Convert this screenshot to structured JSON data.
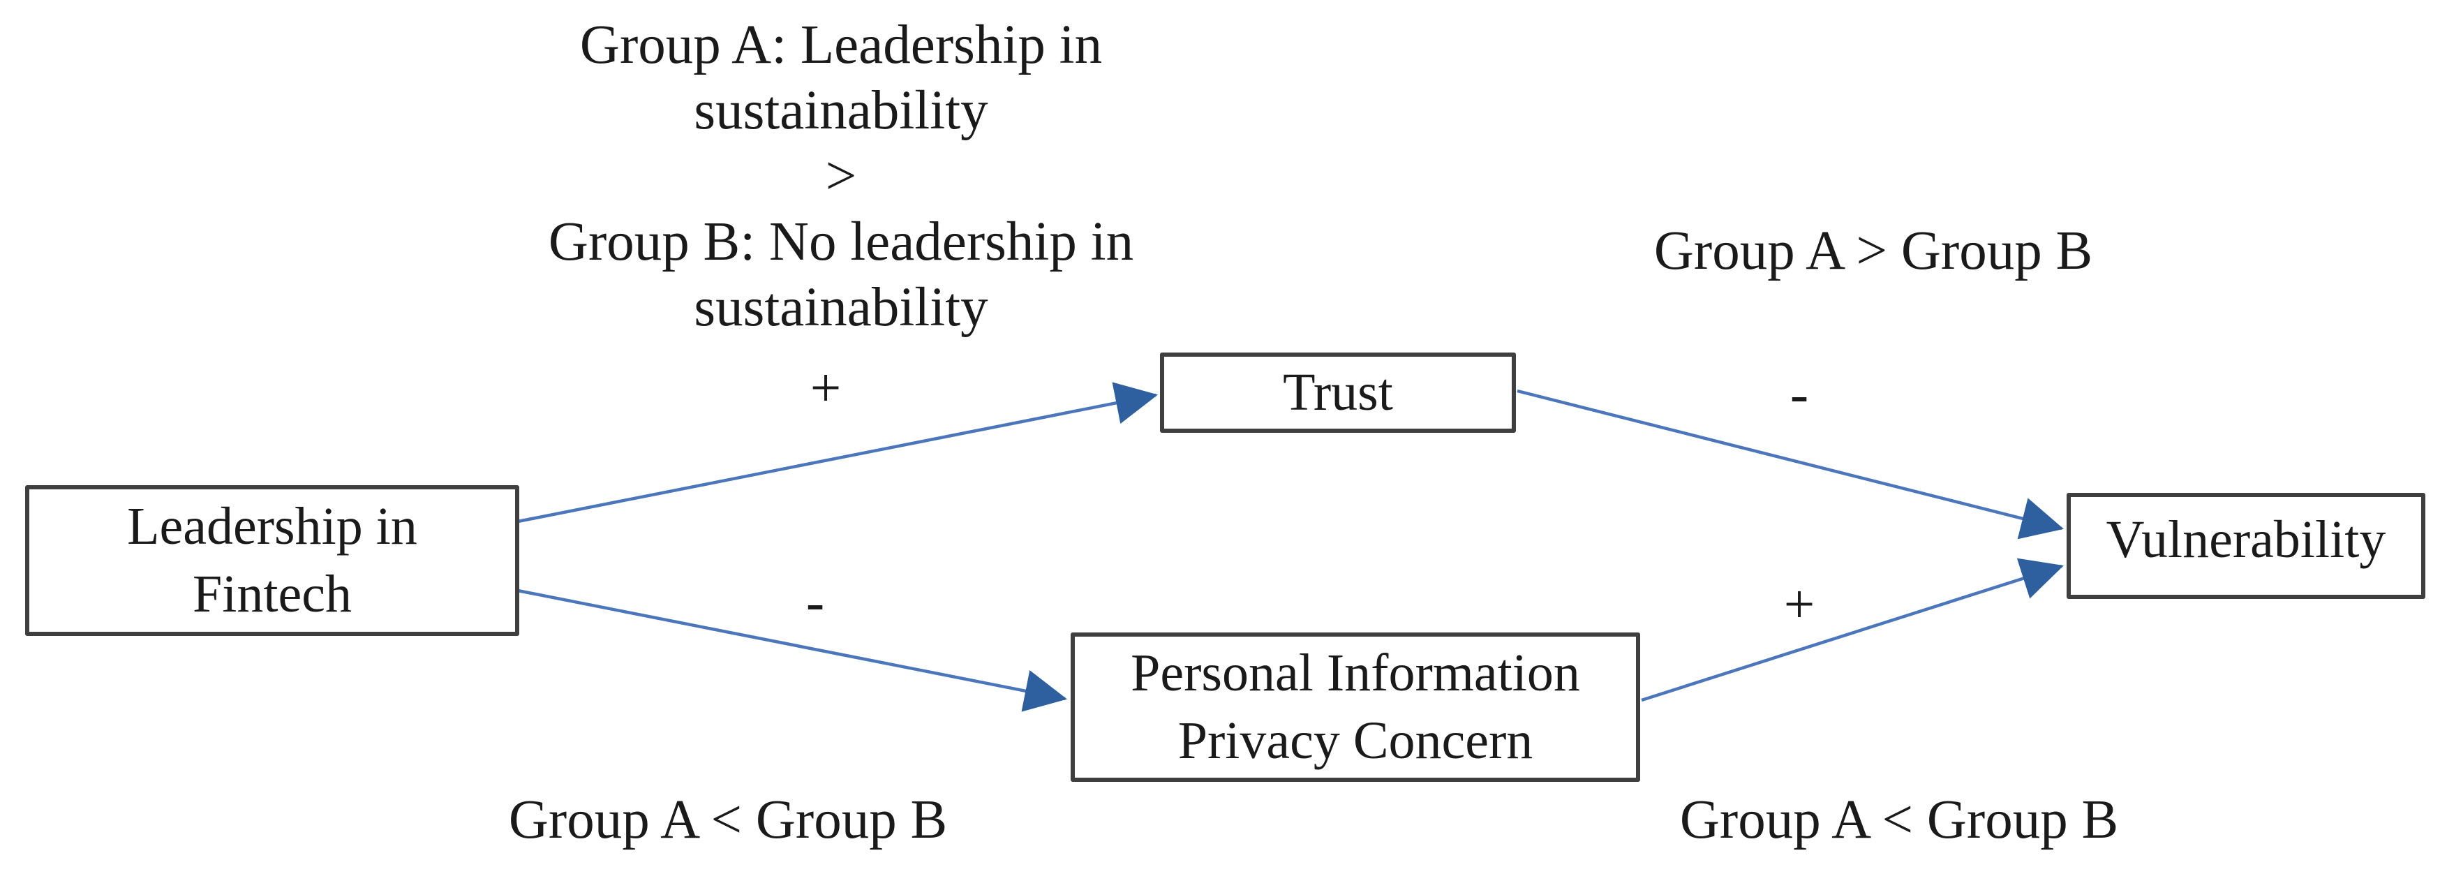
{
  "figure": {
    "moderation_note": "Group A: Leadership in\nsustainability\n>\nGroup B: No leadership in\nsustainability",
    "nodes": {
      "leadership": "Leadership in\nFintech",
      "trust": "Trust",
      "privacy": "Personal Information\nPrivacy Concern",
      "vulnerability": "Vulnerability"
    },
    "edges": {
      "leadership_to_trust": {
        "sign": "+"
      },
      "leadership_to_privacy": {
        "sign": "-",
        "note": "Group A < Group B"
      },
      "trust_to_vulnerability": {
        "sign": "-",
        "note": "Group A > Group B"
      },
      "privacy_to_vulnerability": {
        "sign": "+",
        "note": "Group A < Group B"
      }
    },
    "colors": {
      "line": "#4B76BB",
      "arrowhead": "#2E5F9E",
      "box_border": "#3F3F3F",
      "text": "#1A1A1A",
      "background": "#FFFFFF"
    }
  }
}
